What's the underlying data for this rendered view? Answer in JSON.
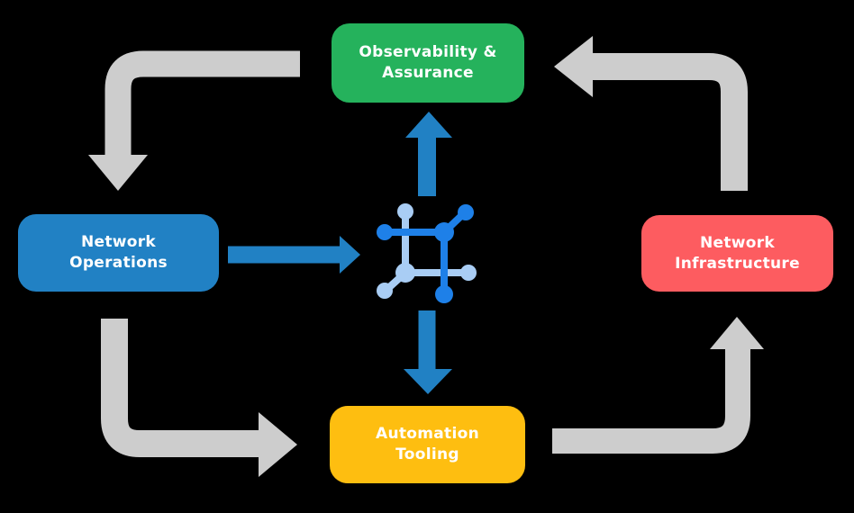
{
  "nodes": {
    "observability": {
      "label": "Observability &\nAssurance",
      "color": "#25B25C"
    },
    "operations": {
      "label": "Network\nOperations",
      "color": "#2181C4"
    },
    "infrastructure": {
      "label": "Network\nInfrastructure",
      "color": "#FD5C60"
    },
    "automation": {
      "label": "Automation\nTooling",
      "color": "#FEBE10"
    }
  },
  "center_icon": "network-core-mesh-icon",
  "colors": {
    "bg": "#000000",
    "text": "#ffffff",
    "green": "#25B25C",
    "blue": "#2181C4",
    "red": "#FD5C60",
    "yellow": "#FEBE10",
    "gray": "#CDCDCD",
    "icon-dark": "#1E80E8",
    "icon-light": "#A9CDF4"
  },
  "flow": {
    "cycle": [
      "Observability & Assurance -> Network Operations",
      "Network Operations -> Automation Tooling",
      "Automation Tooling -> Network Infrastructure",
      "Network Infrastructure -> Observability & Assurance"
    ],
    "core": [
      "Network Operations -> core",
      "core -> Observability & Assurance",
      "core -> Automation Tooling"
    ]
  }
}
